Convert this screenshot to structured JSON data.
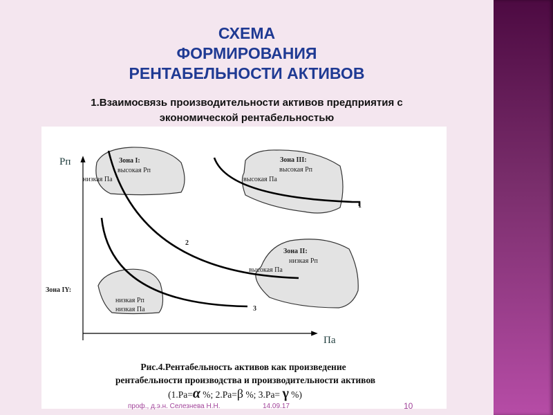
{
  "title": {
    "line1": "СХЕМА",
    "line2": "ФОРМИРОВАНИЯ",
    "line3": "РЕНТАБЕЛЬНОСТИ АКТИВОВ"
  },
  "subtitle": {
    "line1": "1.Взаимосвязь производительности   активов предприятия с",
    "line2": "экономической рентабельностью"
  },
  "diagram": {
    "y_axis": "Рп",
    "x_axis": "Па",
    "zones": [
      {
        "name": "Зона I:",
        "l1": "высокая Рп",
        "l2": "низкая Па"
      },
      {
        "name": "Зона III:",
        "l1": "высокая  Рп",
        "l2": "высокая Па"
      },
      {
        "name": "Зона II:",
        "l1": "низкая Рп",
        "l2": "высокая Па"
      },
      {
        "name": "Зона IY:",
        "l1": "низкая Рп",
        "l2": "низкая Па"
      }
    ],
    "curves": [
      "1",
      "2",
      "3"
    ],
    "caption": {
      "line1": "Рис.4.Рентабельность активов как произведение",
      "line2": "рентабельности производства и производительности активов",
      "line3a": "(1.Ра=",
      "alpha": "α",
      "line3b": " %;  2.Ра=",
      "beta": "β",
      "line3c": " %;  3.Ра= ",
      "gamma": "γ",
      "line3d": "  %)"
    }
  },
  "footer": {
    "author": "проф., д.э.н. Селезнева Н.Н.",
    "date": "14.09.17",
    "page": "10"
  },
  "colors": {
    "title": "#1f3a93",
    "band": "#7a2e6c",
    "background": "#f4e6ef"
  }
}
